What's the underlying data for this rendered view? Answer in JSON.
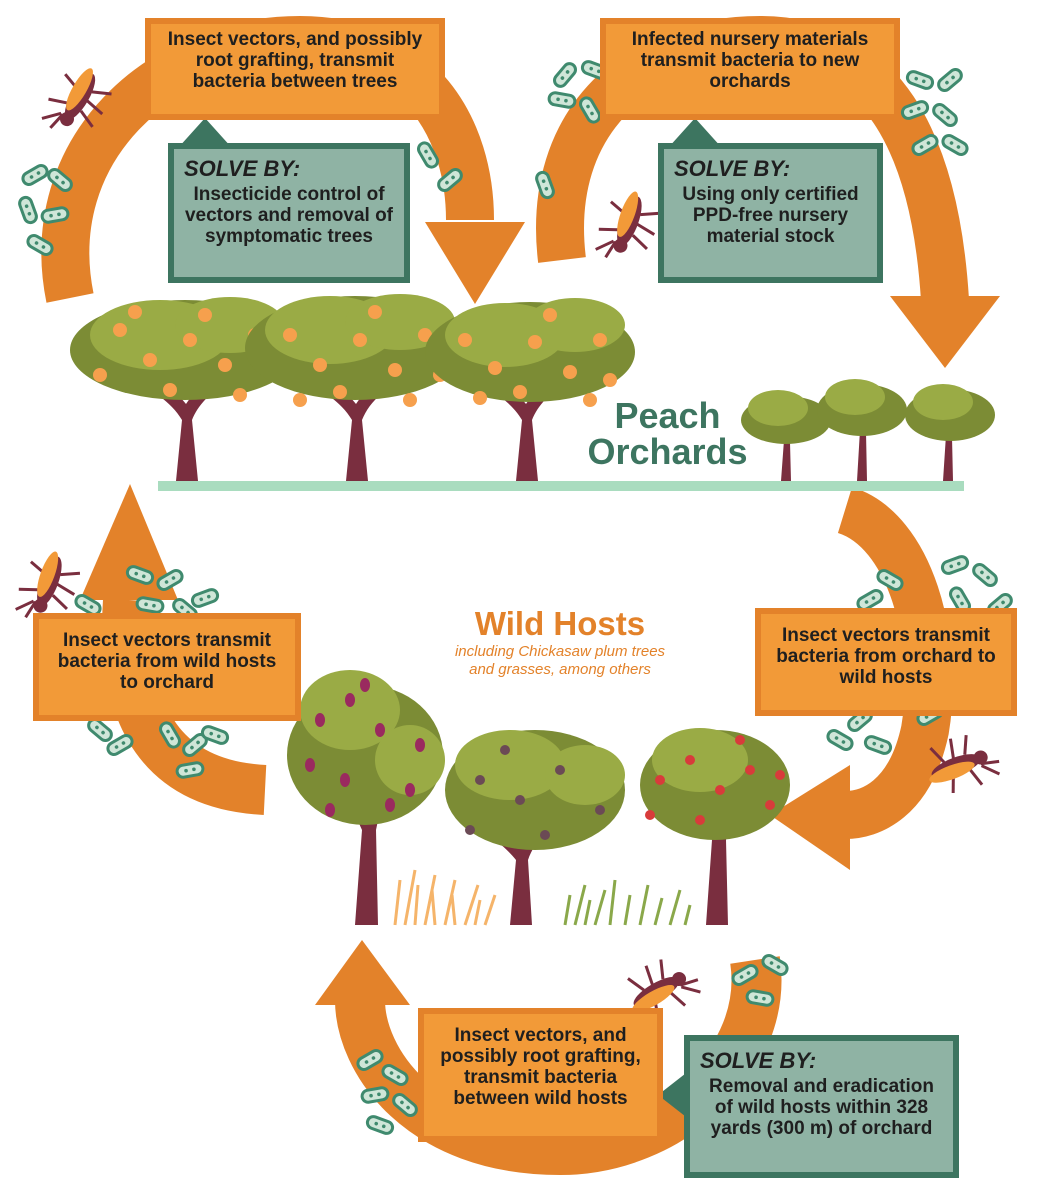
{
  "colors": {
    "arrow": "#e3822a",
    "orange_box_fill": "#f29a38",
    "green_box_fill": "#8fb3a4",
    "green_box_border": "#3d7560",
    "bacteria": "#3f8a6e",
    "bacteria_fill": "#cfe6d8",
    "insect": "#7a2e3f",
    "insect_wing": "#f29a38",
    "tree_canopy": "#8a9a3a",
    "tree_trunk": "#7a2e3f",
    "peach_fruit": "#f6a04d",
    "plum_fruit": "#9a2a5f",
    "cherry_fruit": "#d83b3b",
    "ground": "#a9dcbf"
  },
  "diagram": {
    "top_left_box": {
      "text": "Insect vectors, and possibly root grafting, transmit bacteria between trees"
    },
    "top_left_solve": {
      "heading": "SOLVE BY:",
      "text": "Insecticide control of vectors and removal of symptomatic trees"
    },
    "top_right_box": {
      "text": "Infected nursery materials transmit bacteria to new orchards"
    },
    "top_right_solve": {
      "heading": "SOLVE BY:",
      "text": "Using only certified PPD-free nursery material stock"
    },
    "peach_orchards": {
      "line1": "Peach",
      "line2": "Orchards"
    },
    "wild_hosts": {
      "title": "Wild Hosts",
      "subtitle_line1": "including Chickasaw plum trees",
      "subtitle_line2": "and grasses, among others"
    },
    "left_box": {
      "text": "Insect vectors transmit bacteria from wild hosts to orchard"
    },
    "right_box": {
      "text": "Insect vectors transmit bacteria from orchard to wild hosts"
    },
    "bottom_box": {
      "text": "Insect vectors, and possibly root grafting, transmit bacteria between wild hosts"
    },
    "bottom_solve": {
      "heading": "SOLVE BY:",
      "text": "Removal and eradication of wild hosts within 328 yards (300 m) of orchard"
    }
  }
}
